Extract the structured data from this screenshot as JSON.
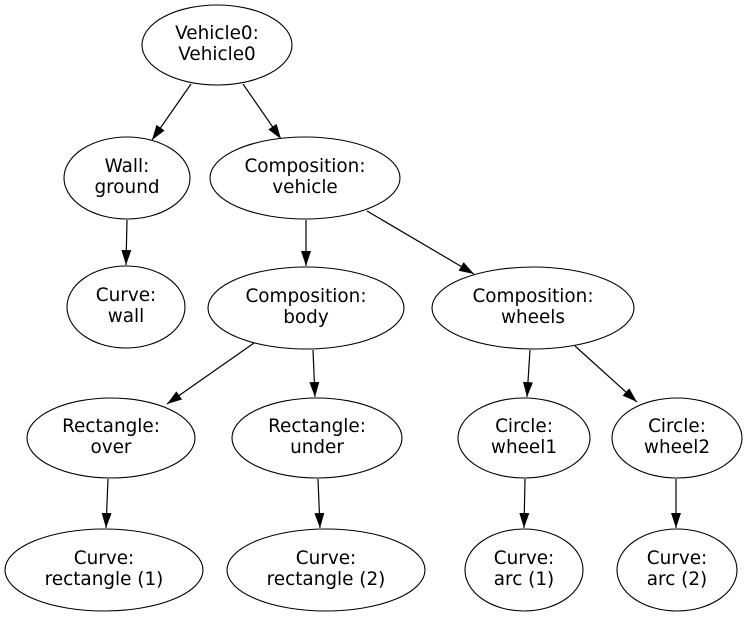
{
  "diagram": {
    "type": "graph-tree",
    "background_color": "#ffffff",
    "node_style": {
      "shape": "ellipse",
      "fill": "#ffffff",
      "stroke": "#000000",
      "text_color": "#000000"
    },
    "edge_style": {
      "stroke": "#000000",
      "arrowhead": "filled-triangle"
    },
    "nodes": [
      {
        "id": "vehicle0",
        "line1": "Vehicle0:",
        "line2": "Vehicle0"
      },
      {
        "id": "wall-ground",
        "line1": "Wall:",
        "line2": "ground"
      },
      {
        "id": "composition-vehicle",
        "line1": "Composition:",
        "line2": "vehicle"
      },
      {
        "id": "curve-wall",
        "line1": "Curve:",
        "line2": "wall"
      },
      {
        "id": "composition-body",
        "line1": "Composition:",
        "line2": "body"
      },
      {
        "id": "composition-wheels",
        "line1": "Composition:",
        "line2": "wheels"
      },
      {
        "id": "rectangle-over",
        "line1": "Rectangle:",
        "line2": "over"
      },
      {
        "id": "rectangle-under",
        "line1": "Rectangle:",
        "line2": "under"
      },
      {
        "id": "circle-wheel1",
        "line1": "Circle:",
        "line2": "wheel1"
      },
      {
        "id": "circle-wheel2",
        "line1": "Circle:",
        "line2": "wheel2"
      },
      {
        "id": "curve-rectangle-1",
        "line1": "Curve:",
        "line2": "rectangle (1)"
      },
      {
        "id": "curve-rectangle-2",
        "line1": "Curve:",
        "line2": "rectangle (2)"
      },
      {
        "id": "curve-arc-1",
        "line1": "Curve:",
        "line2": "arc (1)"
      },
      {
        "id": "curve-arc-2",
        "line1": "Curve:",
        "line2": "arc (2)"
      }
    ],
    "edges": [
      {
        "from": "vehicle0",
        "to": "wall-ground"
      },
      {
        "from": "vehicle0",
        "to": "composition-vehicle"
      },
      {
        "from": "wall-ground",
        "to": "curve-wall"
      },
      {
        "from": "composition-vehicle",
        "to": "composition-body"
      },
      {
        "from": "composition-vehicle",
        "to": "composition-wheels"
      },
      {
        "from": "composition-body",
        "to": "rectangle-over"
      },
      {
        "from": "composition-body",
        "to": "rectangle-under"
      },
      {
        "from": "composition-wheels",
        "to": "circle-wheel1"
      },
      {
        "from": "composition-wheels",
        "to": "circle-wheel2"
      },
      {
        "from": "rectangle-over",
        "to": "curve-rectangle-1"
      },
      {
        "from": "rectangle-under",
        "to": "curve-rectangle-2"
      },
      {
        "from": "circle-wheel1",
        "to": "curve-arc-1"
      },
      {
        "from": "circle-wheel2",
        "to": "curve-arc-2"
      }
    ]
  }
}
